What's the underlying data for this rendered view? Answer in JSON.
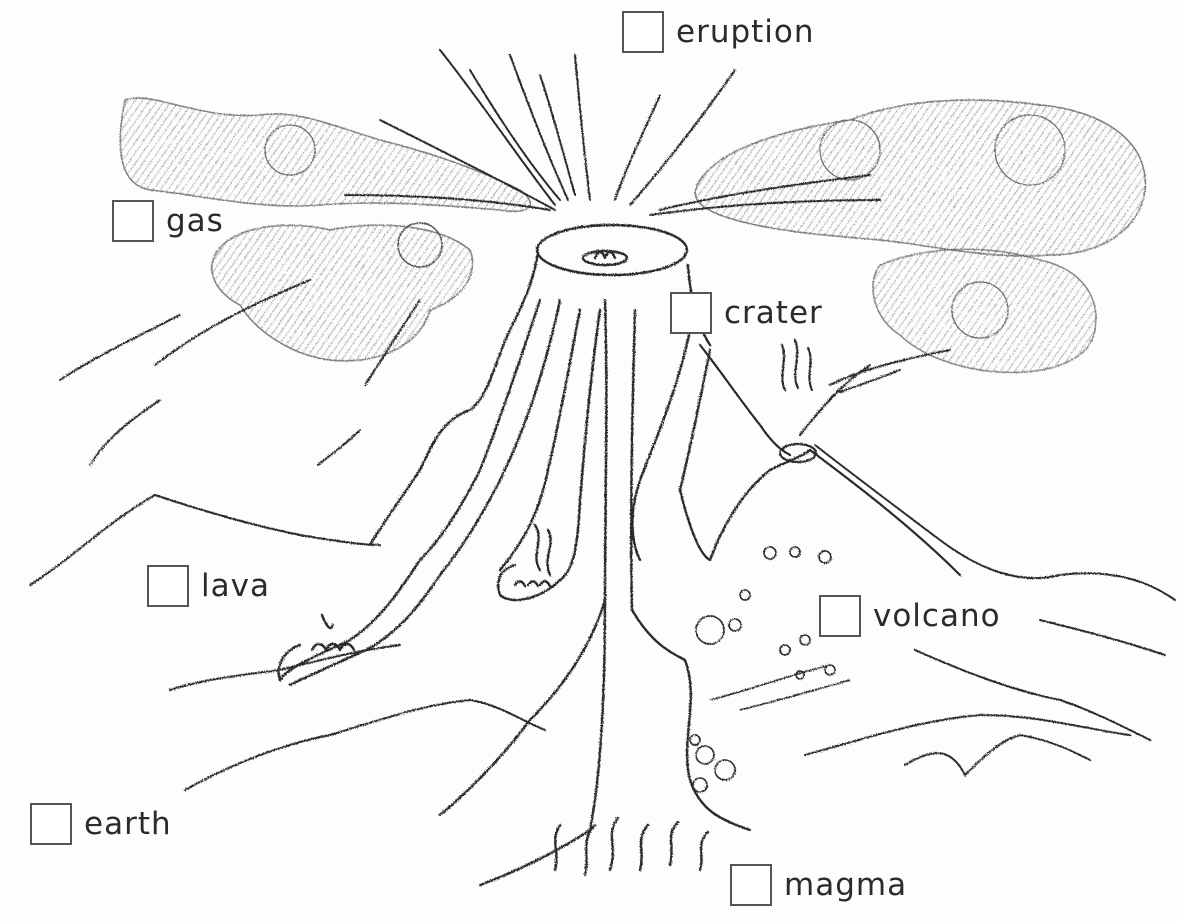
{
  "labels": {
    "eruption": "eruption",
    "gas": "gas",
    "crater": "crater",
    "lava": "lava",
    "volcano": "volcano",
    "earth": "earth",
    "magma": "magma"
  },
  "colors": {
    "ink": "#2b2b2b",
    "cloud": "#6e6e6e",
    "checkbox_border": "#555555"
  }
}
